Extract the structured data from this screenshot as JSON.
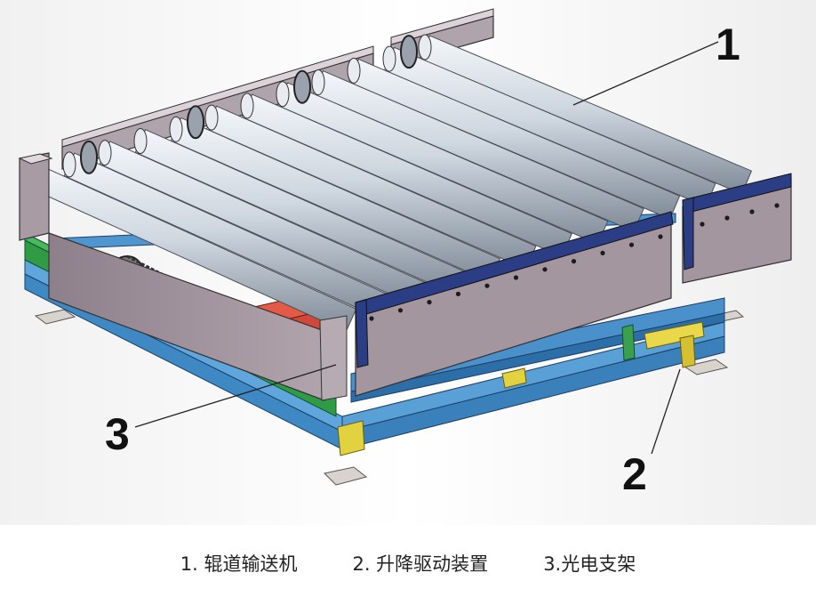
{
  "callouts": {
    "c1": "1",
    "c2": "2",
    "c3": "3"
  },
  "legend": [
    "1. 辊道输送机",
    "2. 升降驱动装置",
    "3.光电支架"
  ],
  "colors": {
    "roller": "#c9d2dc",
    "side_plate": "#a0929b",
    "blue_frame": "#3e88c4",
    "green_frame": "#2f9b45",
    "cap_blue": "#2b3d85",
    "yellow_bracket": "#e2d240",
    "red_block": "#cf3d2e",
    "foot_pad": "#d6d2cc"
  }
}
